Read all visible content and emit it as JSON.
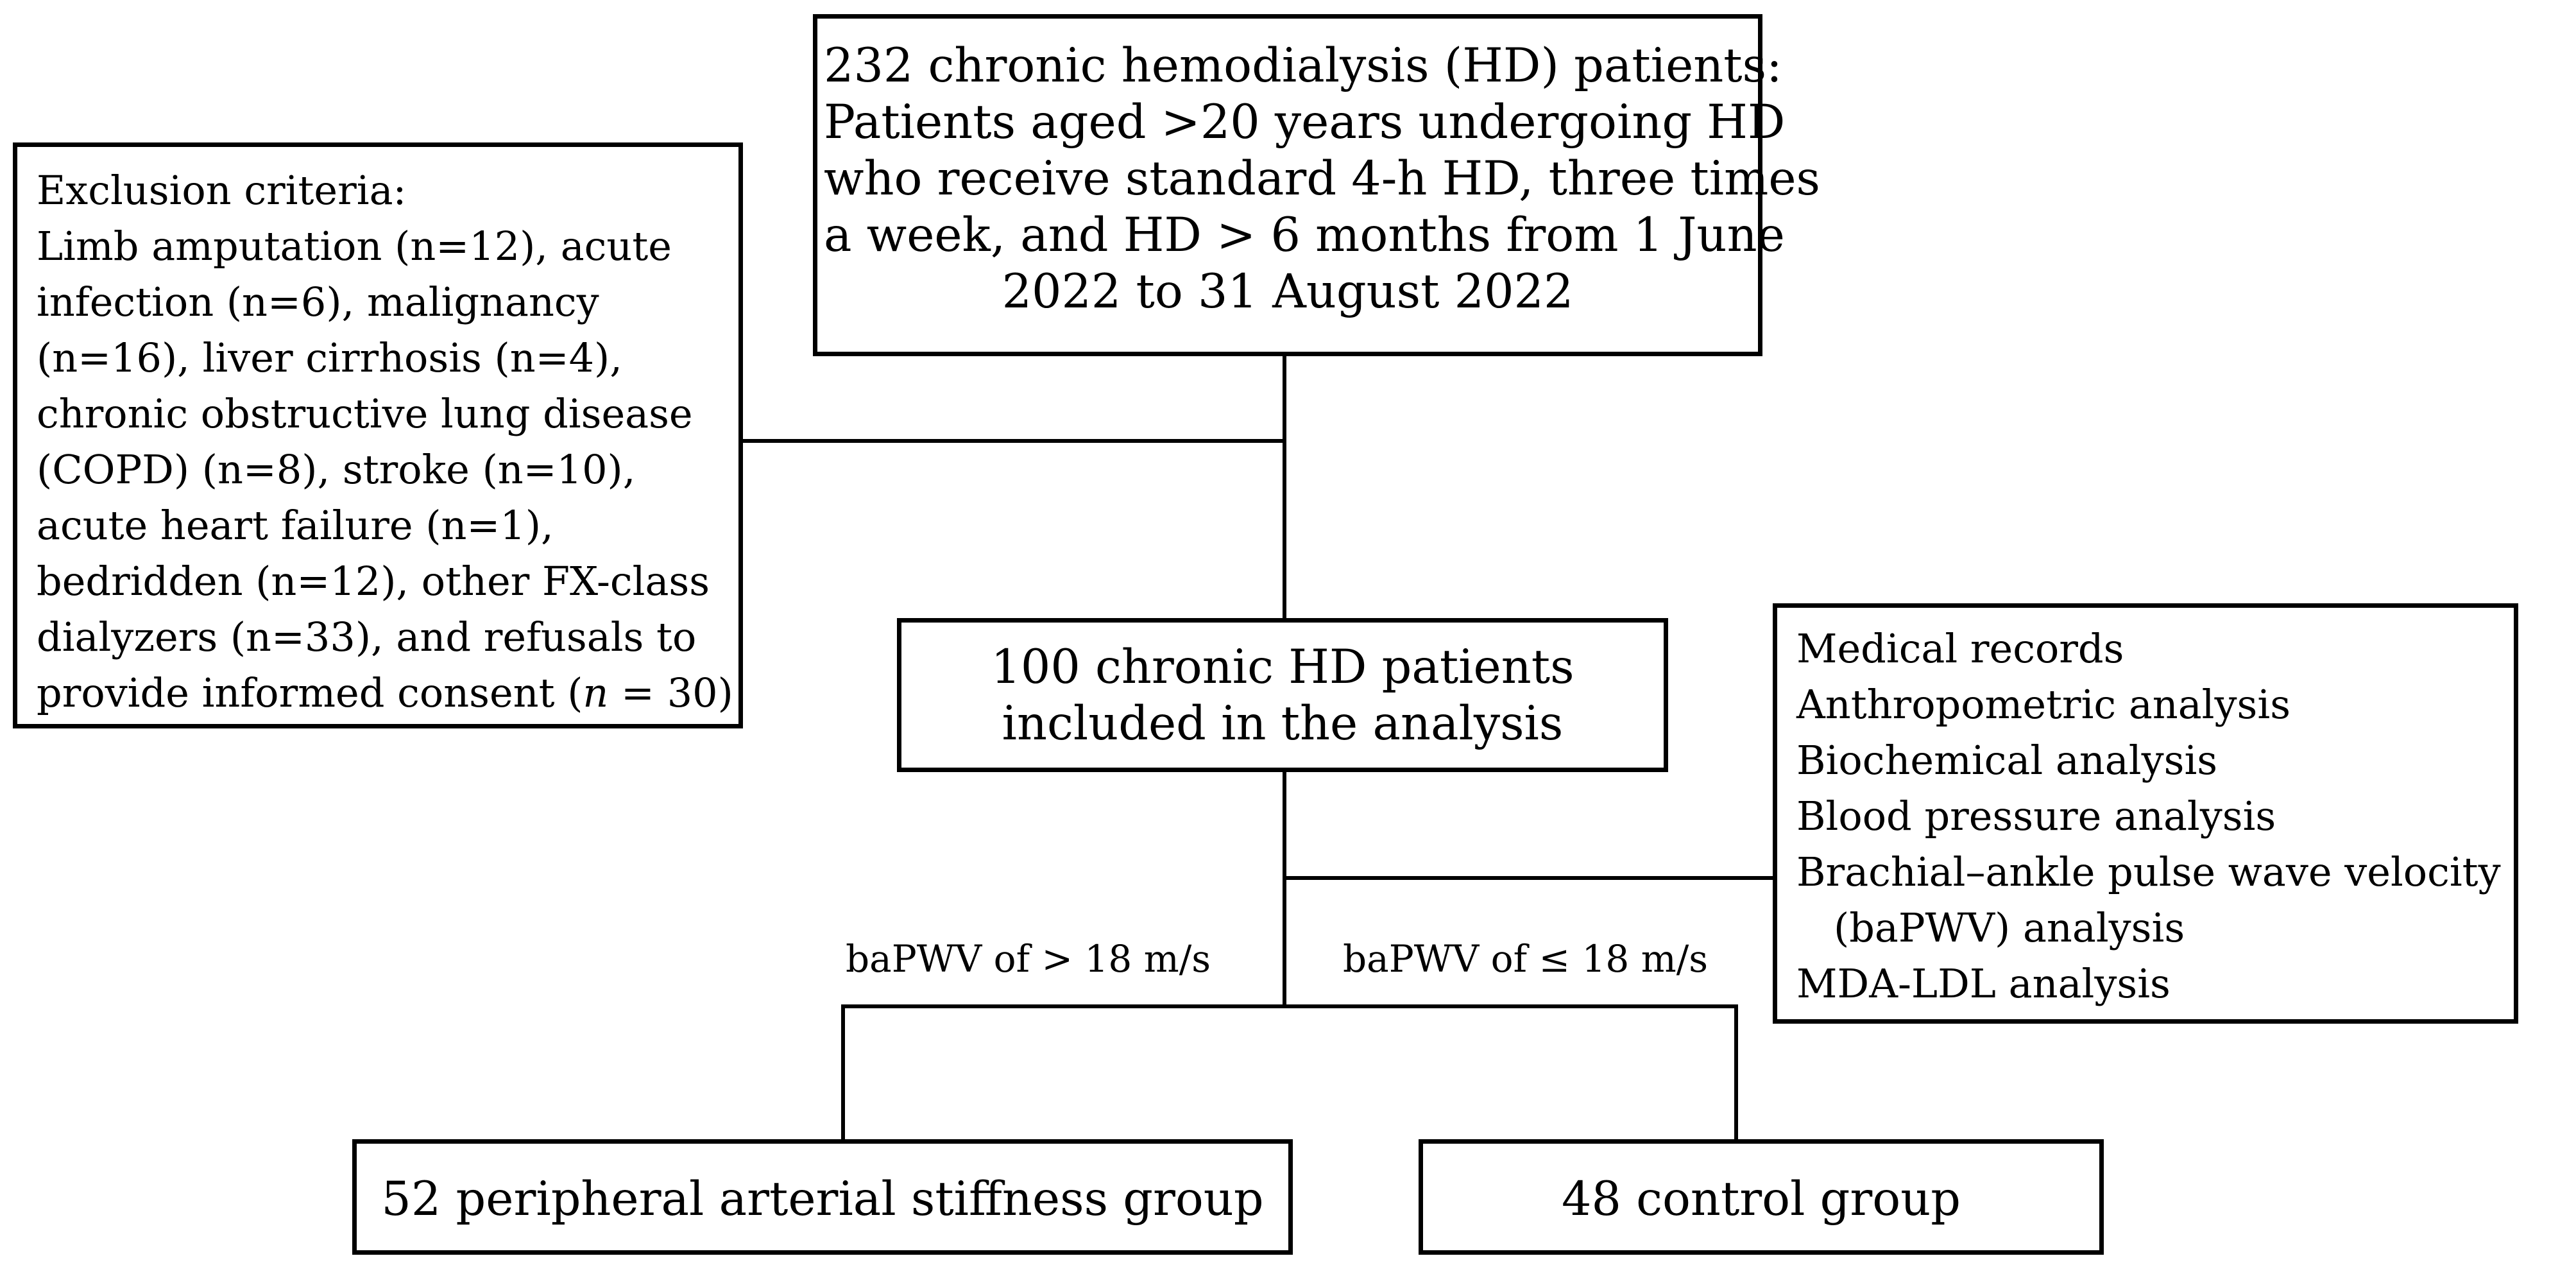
{
  "flowchart": {
    "top_box": {
      "lines": [
        "232 chronic hemodialysis (HD) patients:",
        "Patients aged >20 years undergoing HD",
        "who receive standard 4-h HD, three times",
        "a week, and HD > 6 months from 1 June",
        "2022 to 31 August 2022"
      ]
    },
    "exclusion_box": {
      "lines": [
        "Exclusion criteria:",
        "Limb amputation (n=12), acute",
        "infection (n=6), malignancy",
        "(n=16), liver cirrhosis (n=4),",
        "chronic obstructive lung disease",
        "(COPD) (n=8), stroke (n=10),",
        "acute heart failure (n=1),",
        "bedridden (n=12), other FX-class",
        "dialyzers (n=33), and refusals to"
      ],
      "last_line_prefix": "provide informed consent (",
      "last_line_italic": "n",
      "last_line_suffix": " = 30)"
    },
    "included_box": {
      "lines": [
        "100 chronic HD patients",
        "included in the analysis"
      ]
    },
    "measures_box": {
      "lines": [
        "Medical records",
        "Anthropometric analysis",
        "Biochemical analysis",
        "Blood pressure analysis",
        "Brachial–ankle pulse wave velocity",
        "(baPWV) analysis",
        "MDA-LDL analysis"
      ]
    },
    "branch_labels": {
      "left": "baPWV of > 18 m/s",
      "right": "baPWV of ≤ 18 m/s"
    },
    "group_boxes": {
      "left": "52 peripheral arterial stiffness group",
      "right": "48 control group"
    }
  }
}
